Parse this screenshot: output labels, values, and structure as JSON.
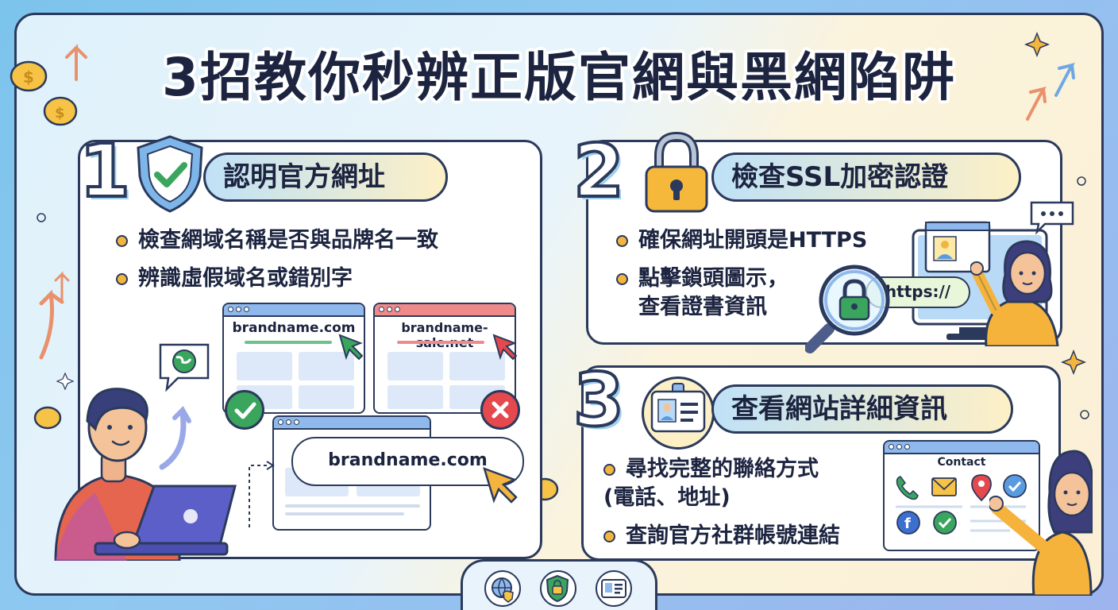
{
  "title": "3招教你秒辨正版官網與黑網陷阱",
  "sections": [
    {
      "number": "1",
      "heading": "認明官方網址",
      "bullets": [
        "檢查網域名稱是否與品牌名一致",
        "辨識虛假域名或錯別字"
      ],
      "browsers": {
        "good_url": "brandname.com",
        "bad_url": "brandname-sale.net",
        "address_bar": "brandname.com"
      }
    },
    {
      "number": "2",
      "heading": "檢查SSL加密認證",
      "bullets": [
        "確保網址開頭是HTTPS",
        "點擊鎖頭圖示，",
        "查看證書資訊"
      ],
      "https_label": "https://"
    },
    {
      "number": "3",
      "heading": "查看網站詳細資訊",
      "bullets": [
        "尋找完整的聯絡方式",
        "(電話、地址)",
        "查詢官方社群帳號連結"
      ],
      "contact_label": "Contact"
    }
  ],
  "colors": {
    "outline": "#2b3a5c",
    "accent_yellow": "#f3b53d",
    "good": "#3aa55d",
    "bad": "#e5484d",
    "blue": "#5a9be0"
  }
}
